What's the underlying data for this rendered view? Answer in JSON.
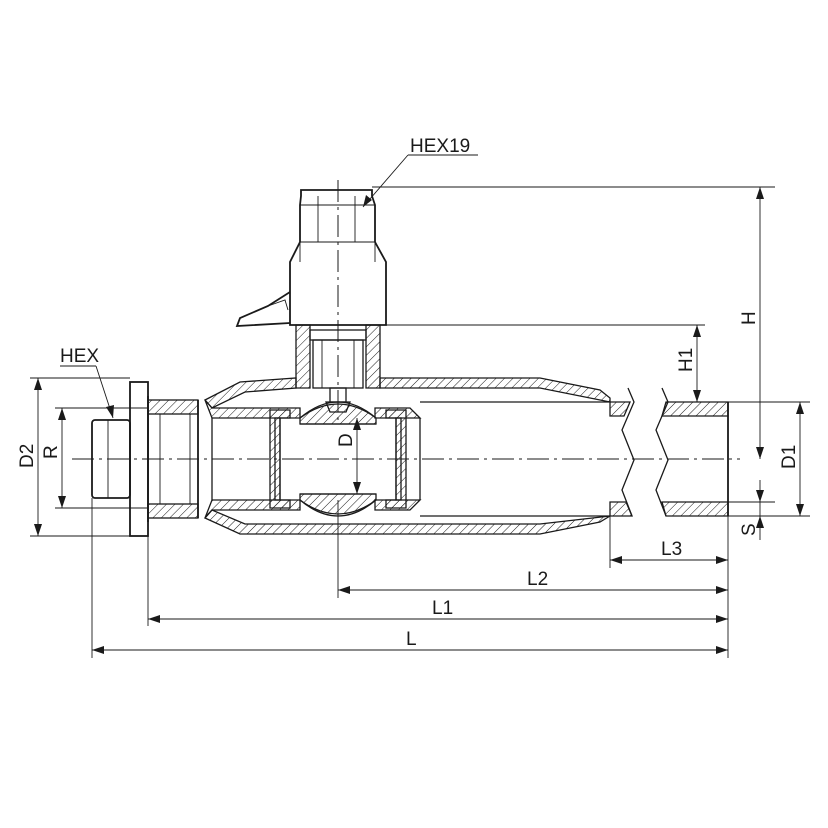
{
  "labels": {
    "hex19": "HEX19",
    "hex": "HEX",
    "H": "H",
    "H1": "H1",
    "D": "D",
    "D1": "D1",
    "D2": "D2",
    "R": "R",
    "S": "S",
    "L": "L",
    "L1": "L1",
    "L2": "L2",
    "L3": "L3"
  }
}
